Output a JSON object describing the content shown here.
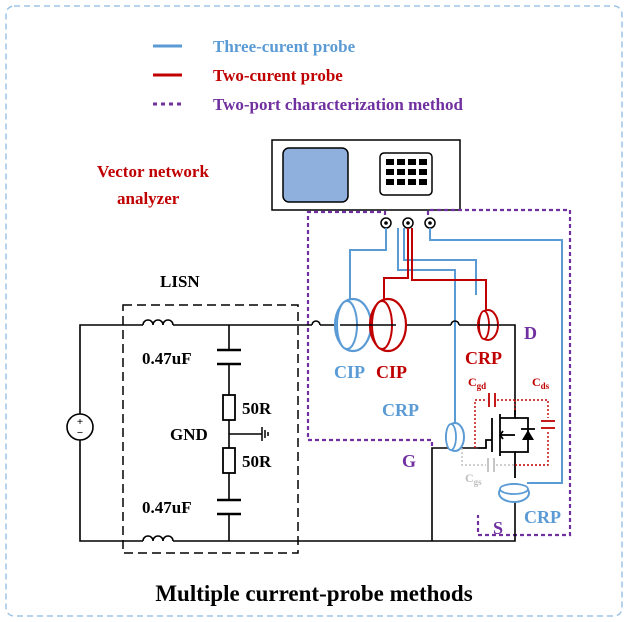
{
  "colors": {
    "blue": "#5b9bd5",
    "red": "#c00000",
    "purple": "#7030a0",
    "black": "#000000",
    "frame": "#9dc3e6",
    "scope_screen": "#8fb0dc",
    "gray": "#bfbfbf"
  },
  "legend": [
    {
      "label": "Three-curent probe",
      "color": "#5b9bd5",
      "style": "solid"
    },
    {
      "label": "Two-curent probe",
      "color": "#c00000",
      "style": "solid"
    },
    {
      "label": "Two-port characterization method",
      "color": "#7030a0",
      "style": "dashed"
    }
  ],
  "vna": {
    "line1": "Vector network",
    "line2": "analyzer"
  },
  "lisn": {
    "title": "LISN",
    "cap_top": "0.47uF",
    "res_top": "50R",
    "gnd": "GND",
    "res_bottom": "50R",
    "cap_bottom": "0.47uF"
  },
  "probes": {
    "cip_blue": "CIP",
    "cip_red": "CIP",
    "crp_red": "CRP",
    "crp_blue_gate": "CRP",
    "crp_blue_source": "CRP"
  },
  "nodes": {
    "drain": "D",
    "gate": "G",
    "source": "S"
  },
  "parasitics": {
    "cgd": {
      "base": "C",
      "sub": "gd"
    },
    "cds": {
      "base": "C",
      "sub": "ds"
    },
    "cgs": {
      "base": "C",
      "sub": "gs"
    }
  },
  "source_symbol": {
    "plus": "+",
    "minus": "−"
  },
  "caption": "Multiple current-probe methods"
}
